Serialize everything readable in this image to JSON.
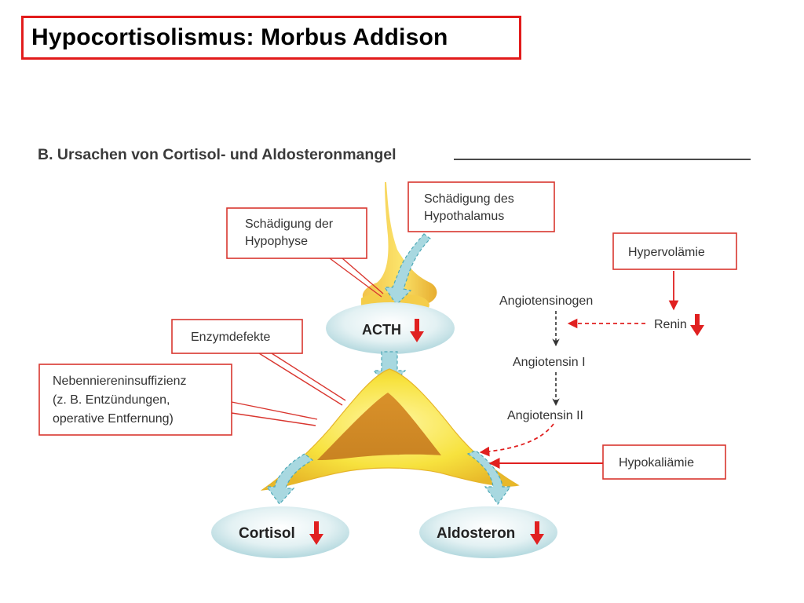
{
  "slide": {
    "title": "Hypocortisolismus: Morbus Addison"
  },
  "figure": {
    "heading": "B. Ursachen von Cortisol- und Aldosteronmangel",
    "boxes": {
      "hypothalamus_line1": "Schädigung des",
      "hypothalamus_line2": "Hypothalamus",
      "hypophyse_line1": "Schädigung der",
      "hypophyse_line2": "Hypophyse",
      "hypervolaemie": "Hypervolämie",
      "enzymdefekte": "Enzymdefekte",
      "nni_line1": "Nebenniereninsuffizienz",
      "nni_line2": "(z. B. Entzündungen,",
      "nni_line3": "operative Entfernung)",
      "hypokaliaemie": "Hypokaliämie"
    },
    "nodes": {
      "acth": "ACTH",
      "cortisol": "Cortisol",
      "aldosteron": "Aldosteron"
    },
    "raas": {
      "angiotensinogen": "Angiotensinogen",
      "renin": "Renin",
      "angiotensin1": "Angiotensin I",
      "angiotensin2": "Angiotensin II"
    },
    "colors": {
      "accent_red": "#e02020",
      "box_border": "#d9362f",
      "gland_yellow": "#f7e23e",
      "gland_orange": "#e3a52a",
      "ellipse_blue": "#cfe7ea",
      "arrow_teal": "#9fd0d8"
    }
  }
}
